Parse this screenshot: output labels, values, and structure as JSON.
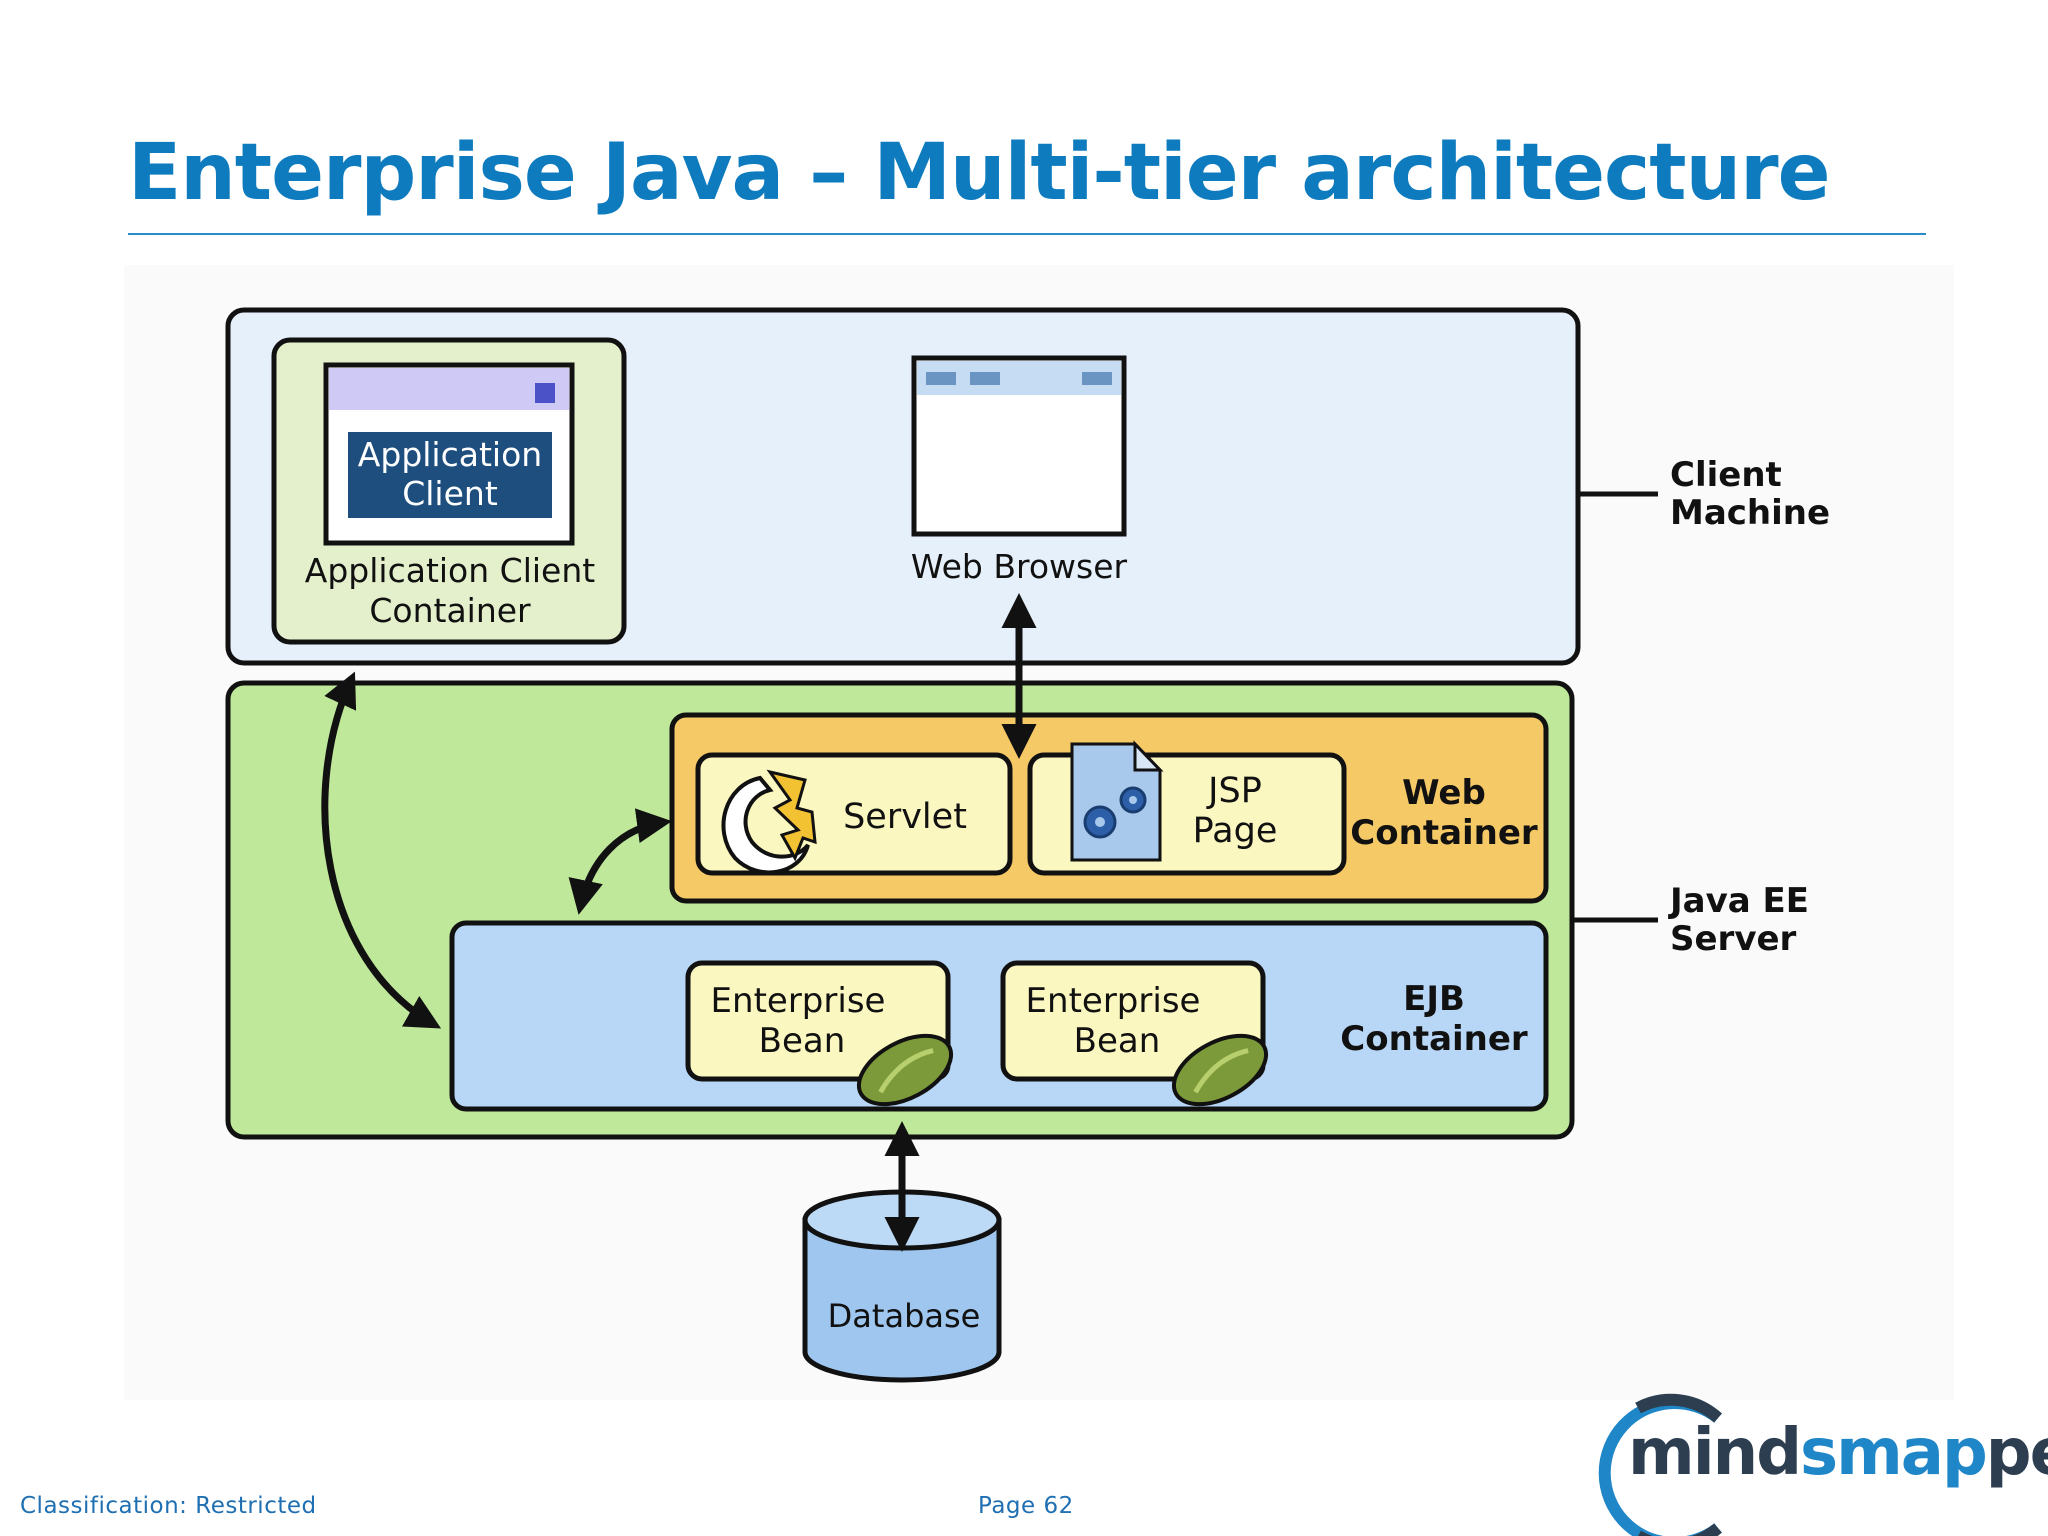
{
  "slide": {
    "title": "Enterprise Java – Multi-tier architecture"
  },
  "diagram": {
    "client_machine_label_1": "Client",
    "client_machine_label_2": "Machine",
    "java_ee_server_label_1": "Java EE",
    "java_ee_server_label_2": "Server",
    "app_client_screen_line_1": "Application",
    "app_client_screen_line_2": "Client",
    "app_client_container_line_1": "Application Client",
    "app_client_container_line_2": "Container",
    "web_browser_label": "Web Browser",
    "servlet_label": "Servlet",
    "jsp_line_1": "JSP",
    "jsp_line_2": "Page",
    "web_container_line_1": "Web",
    "web_container_line_2": "Container",
    "bean_1_line_1": "Enterprise",
    "bean_1_line_2": "Bean",
    "bean_2_line_1": "Enterprise",
    "bean_2_line_2": "Bean",
    "ejb_container_line_1": "EJB",
    "ejb_container_line_2": "Container",
    "database_label": "Database",
    "colors": {
      "client_tier": "#e6f0fa",
      "server_tier": "#bfe89a",
      "web_container": "#f5c966",
      "ejb_container": "#b8d6f5",
      "component_box": "#fbf7c0",
      "bean_green": "#7d9a3a",
      "database": "#9ec6ee"
    }
  },
  "footer": {
    "classification": "Classification: Restricted",
    "page": "Page 62"
  },
  "logo": {
    "part_1": "mind",
    "part_2": "smap",
    "part_3": "ped"
  }
}
